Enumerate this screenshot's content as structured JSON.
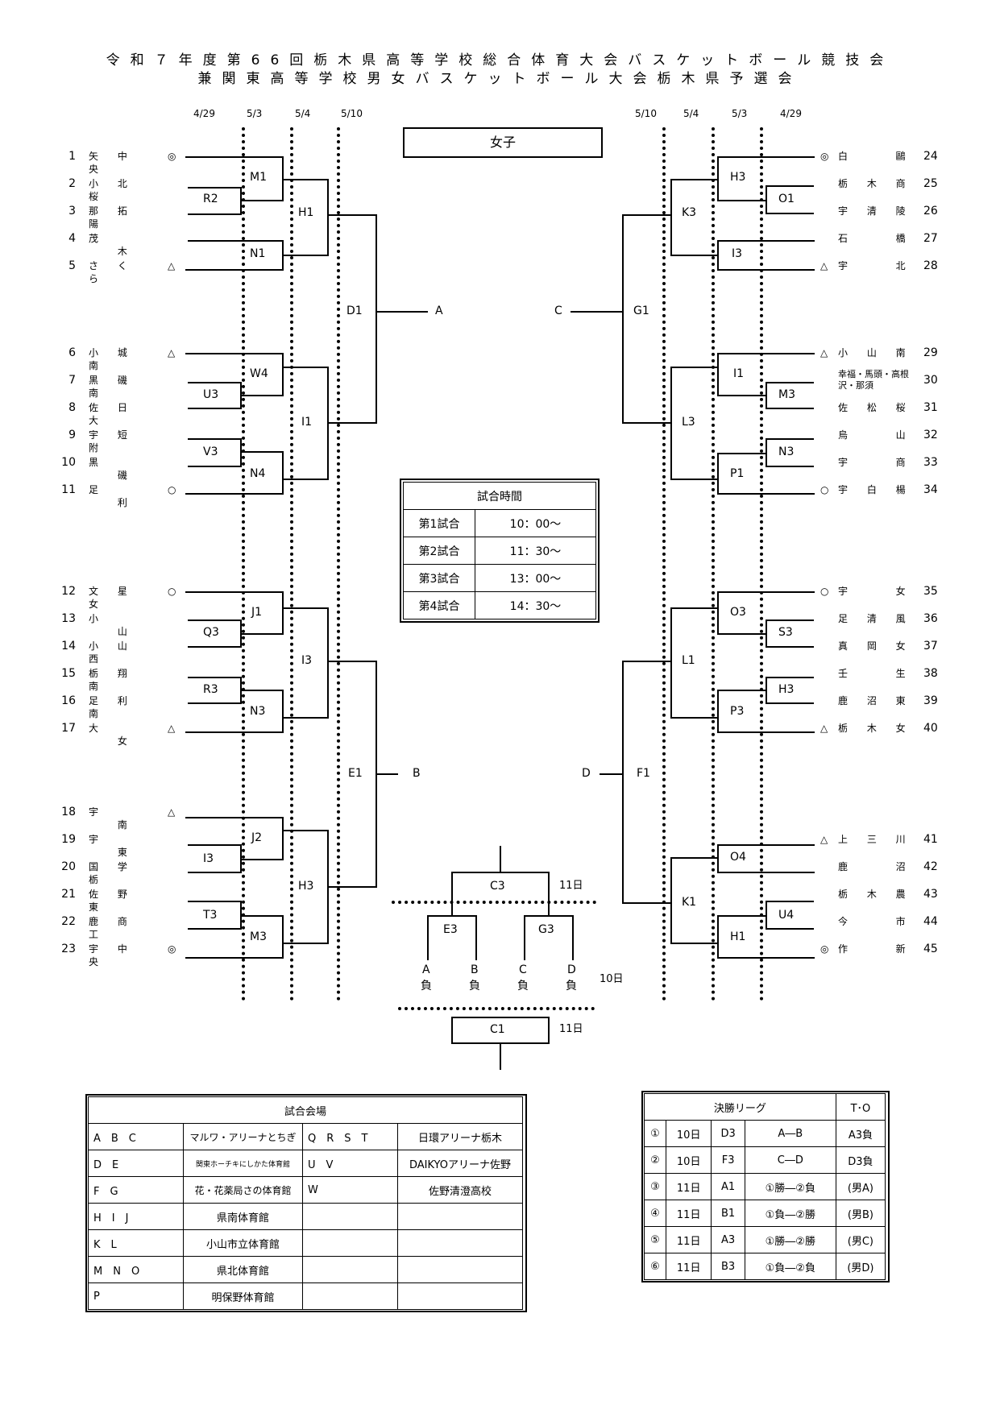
{
  "title_line1": "令和７年度第66回栃木県高等学校総合体育大会バスケットボール競技会",
  "title_line2": "兼関東高等学校男女バスケットボール大会栃木県予選会",
  "section": "女子",
  "dates": {
    "d1": "4/29",
    "d2": "5/3",
    "d3": "5/4",
    "d4": "5/10"
  },
  "left_teams": [
    {
      "no": "1",
      "name": "矢 中 央",
      "mark": "◎"
    },
    {
      "no": "2",
      "name": "小 北 桜",
      "mark": ""
    },
    {
      "no": "3",
      "name": "那 拓 陽",
      "mark": ""
    },
    {
      "no": "4",
      "name": "茂 　 木",
      "mark": ""
    },
    {
      "no": "5",
      "name": "さ く ら",
      "mark": "△"
    },
    {
      "no": "6",
      "name": "小 城 南",
      "mark": "△"
    },
    {
      "no": "7",
      "name": "黒 磯 南",
      "mark": ""
    },
    {
      "no": "8",
      "name": "佐 日 大",
      "mark": ""
    },
    {
      "no": "9",
      "name": "宇 短 附",
      "mark": ""
    },
    {
      "no": "10",
      "name": "黒 　 磯",
      "mark": ""
    },
    {
      "no": "11",
      "name": "足 　 利",
      "mark": "○"
    },
    {
      "no": "12",
      "name": "文 星 女",
      "mark": "○"
    },
    {
      "no": "13",
      "name": "小 　 山",
      "mark": ""
    },
    {
      "no": "14",
      "name": "小 山 西",
      "mark": ""
    },
    {
      "no": "15",
      "name": "栃 翔 南",
      "mark": ""
    },
    {
      "no": "16",
      "name": "足 利 南",
      "mark": ""
    },
    {
      "no": "17",
      "name": "大 　 女",
      "mark": "△"
    },
    {
      "no": "18",
      "name": "宇 　 南",
      "mark": "△"
    },
    {
      "no": "19",
      "name": "宇 　 東",
      "mark": ""
    },
    {
      "no": "20",
      "name": "国 学 栃",
      "mark": ""
    },
    {
      "no": "21",
      "name": "佐 野 東",
      "mark": ""
    },
    {
      "no": "22",
      "name": "鹿 商 工",
      "mark": ""
    },
    {
      "no": "23",
      "name": "宇 中 央",
      "mark": "◎"
    }
  ],
  "right_teams": [
    {
      "no": "24",
      "name": "白 　 鷗",
      "mark": "◎"
    },
    {
      "no": "25",
      "name": "栃 木 商",
      "mark": ""
    },
    {
      "no": "26",
      "name": "宇 清 陵",
      "mark": ""
    },
    {
      "no": "27",
      "name": "石 　 橋",
      "mark": ""
    },
    {
      "no": "28",
      "name": "宇 　 北",
      "mark": "△"
    },
    {
      "no": "29",
      "name": "小 山 南",
      "mark": "△"
    },
    {
      "no": "30",
      "name": "幸福・馬頭・高根沢・那須",
      "mark": ""
    },
    {
      "no": "31",
      "name": "佐 松 桜",
      "mark": ""
    },
    {
      "no": "32",
      "name": "烏 　 山",
      "mark": ""
    },
    {
      "no": "33",
      "name": "宇 　 商",
      "mark": ""
    },
    {
      "no": "34",
      "name": "宇 白 楊",
      "mark": "○"
    },
    {
      "no": "35",
      "name": "宇 　 女",
      "mark": "○"
    },
    {
      "no": "36",
      "name": "足 清 風",
      "mark": ""
    },
    {
      "no": "37",
      "name": "真 岡 女",
      "mark": ""
    },
    {
      "no": "38",
      "name": "壬 　 生",
      "mark": ""
    },
    {
      "no": "39",
      "name": "鹿 沼 東",
      "mark": ""
    },
    {
      "no": "40",
      "name": "栃 木 女",
      "mark": "△"
    },
    {
      "no": "41",
      "name": "上 三 川",
      "mark": "△"
    },
    {
      "no": "42",
      "name": "鹿 　 沼",
      "mark": ""
    },
    {
      "no": "43",
      "name": "栃 木 農",
      "mark": ""
    },
    {
      "no": "44",
      "name": "今 　 市",
      "mark": ""
    },
    {
      "no": "45",
      "name": "作 　 新",
      "mark": "◎"
    }
  ],
  "match_labels": {
    "L_R2": "R2",
    "L_M1": "M1",
    "L_N1": "N1",
    "L_H1": "H1",
    "L_U3": "U3",
    "L_W4": "W4",
    "L_V3": "V3",
    "L_N4": "N4",
    "L_I1": "I1",
    "L_D1": "D1",
    "L_A": "A",
    "L_Q3": "Q3",
    "L_J1": "J1",
    "L_R3": "R3",
    "L_N3": "N3",
    "L_I3": "I3",
    "L_I3b": "I3",
    "L_J2": "J2",
    "L_T3": "T3",
    "L_M3": "M3",
    "L_H3": "H3",
    "L_E1": "E1",
    "L_B": "B",
    "R_O1": "O1",
    "R_H3": "H3",
    "R_I3": "I3",
    "R_K3": "K3",
    "R_G1": "G1",
    "R_C": "C",
    "R_M3": "M3",
    "R_I1": "I1",
    "R_N3": "N3",
    "R_P1": "P1",
    "R_L3": "L3",
    "R_S3": "S3",
    "R_O3": "O3",
    "R_H3b": "H3",
    "R_P3": "P3",
    "R_L1": "L1",
    "R_F1": "F1",
    "R_D": "D",
    "R_O4": "O4",
    "R_U4": "U4",
    "R_H1": "H1",
    "R_K1": "K1",
    "C3": "C3",
    "E3": "E3",
    "G3": "G3",
    "C1": "C1",
    "d11a": "11日",
    "d10": "10日",
    "d11b": "11日",
    "loserA": "A",
    "loserB": "B",
    "loserC": "C",
    "loserD": "D",
    "lose": "負"
  },
  "times": {
    "title": "試合時間",
    "rows": [
      {
        "label": "第1試合",
        "time": "10：00～"
      },
      {
        "label": "第2試合",
        "time": "11：30～"
      },
      {
        "label": "第3試合",
        "time": "13：00～"
      },
      {
        "label": "第4試合",
        "time": "14：30～"
      }
    ]
  },
  "venues": {
    "title": "試合会場",
    "rows": [
      {
        "c1": "A　B　C",
        "c2": "マルワ・アリーナとちぎ",
        "c3": "Q　R　S　T",
        "c4": "日環アリーナ栃木"
      },
      {
        "c1": "D　E",
        "c2": "関東ホーチキにしかた体育館",
        "c3": "U　V",
        "c4": "DAIKYOアリーナ佐野"
      },
      {
        "c1": "F　G",
        "c2": "花・花薬局さの体育館",
        "c3": "W",
        "c4": "佐野清澄高校"
      },
      {
        "c1": "H　I　J",
        "c2": "県南体育館",
        "c3": "",
        "c4": ""
      },
      {
        "c1": "K　L",
        "c2": "小山市立体育館",
        "c3": "",
        "c4": ""
      },
      {
        "c1": "M　N　O",
        "c2": "県北体育館",
        "c3": "",
        "c4": ""
      },
      {
        "c1": "P",
        "c2": "明保野体育館",
        "c3": "",
        "c4": ""
      }
    ]
  },
  "finals": {
    "title": "決勝リーグ",
    "to": "T･O",
    "rows": [
      {
        "n": "①",
        "day": "10日",
        "code": "D3",
        "match": "A―B",
        "to": "A3負"
      },
      {
        "n": "②",
        "day": "10日",
        "code": "F3",
        "match": "C―D",
        "to": "D3負"
      },
      {
        "n": "③",
        "day": "11日",
        "code": "A1",
        "match": "①勝―②負",
        "to": "(男A)"
      },
      {
        "n": "④",
        "day": "11日",
        "code": "B1",
        "match": "①負―②勝",
        "to": "(男B)"
      },
      {
        "n": "⑤",
        "day": "11日",
        "code": "A3",
        "match": "①勝―②勝",
        "to": "(男C)"
      },
      {
        "n": "⑥",
        "day": "11日",
        "code": "B3",
        "match": "①負―②負",
        "to": "(男D)"
      }
    ]
  }
}
